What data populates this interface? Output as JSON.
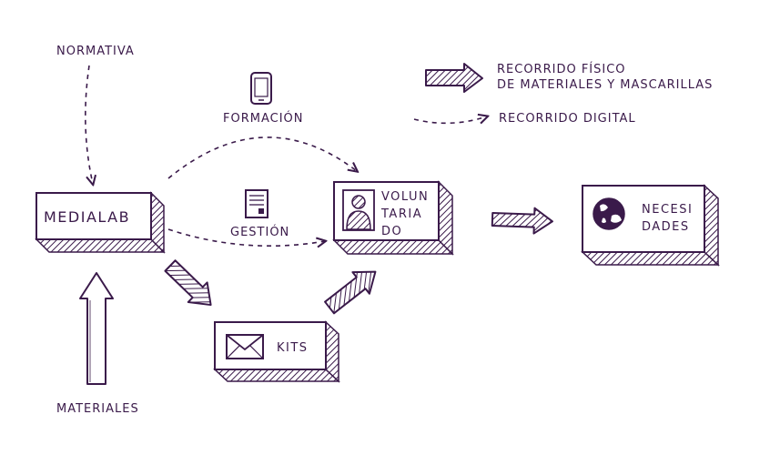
{
  "colors": {
    "ink": "#3a1a4a",
    "paper": "#ffffff"
  },
  "labels": {
    "normativa": "NORMATIVA",
    "formacion": "FORMACIÓN",
    "gestion": "GESTIÓN",
    "materiales": "MATERIALES"
  },
  "legend": {
    "physical_line1": "RECORRIDO FÍSICO",
    "physical_line2": "DE MATERIALES Y MASCARILLAS",
    "digital": "RECORRIDO DIGITAL"
  },
  "boxes": {
    "medialab": "MEDIALAB",
    "voluntariado": [
      "VOLUN",
      "TARIA",
      "DO"
    ],
    "necesidades": [
      "NECESI",
      "DADES"
    ],
    "kits": "KITS"
  },
  "icons": {
    "phone": "phone-icon",
    "document": "document-icon",
    "person": "person-icon",
    "globe": "globe-icon",
    "envelope": "envelope-icon"
  }
}
